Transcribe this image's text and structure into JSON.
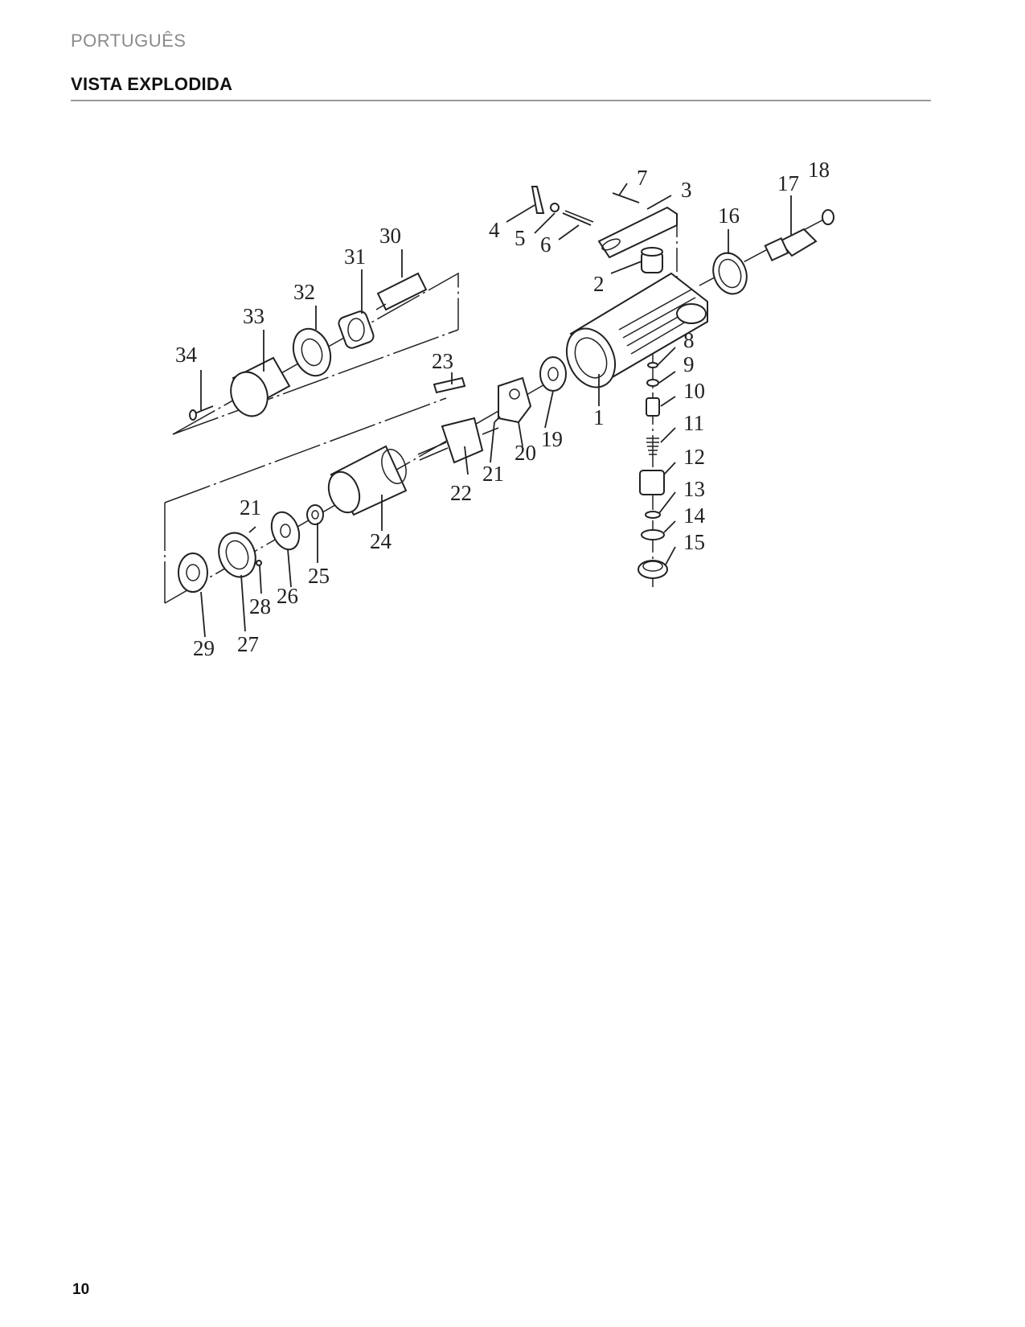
{
  "header": {
    "language": "PORTUGUÊS",
    "title": "VISTA EXPLODIDA"
  },
  "diagram": {
    "callouts": [
      "1",
      "2",
      "3",
      "4",
      "5",
      "6",
      "7",
      "8",
      "9",
      "10",
      "11",
      "12",
      "13",
      "14",
      "15",
      "16",
      "17",
      "18",
      "19",
      "20",
      "21",
      "21",
      "22",
      "23",
      "24",
      "25",
      "26",
      "27",
      "28",
      "29",
      "30",
      "31",
      "32",
      "33",
      "34"
    ]
  },
  "footer": {
    "page_number": "10"
  }
}
